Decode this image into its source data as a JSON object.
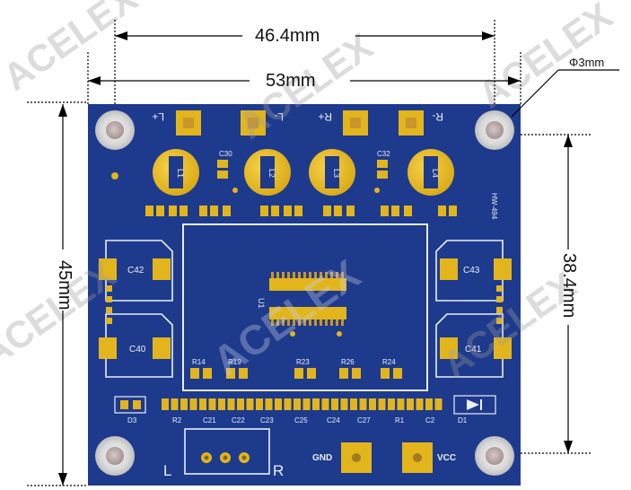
{
  "dimensions": {
    "inner_width": "46.4mm",
    "outer_width": "53mm",
    "hole_diameter": "Φ3mm",
    "outer_height": "45mm",
    "inner_height": "38.4mm"
  },
  "watermark": "ACELEX",
  "board": {
    "top_pads": [
      "L+",
      "L-",
      "R+",
      "R-"
    ],
    "inductors": [
      "L1",
      "L2",
      "L3",
      "L4"
    ],
    "caps_top": [
      "C30",
      "C32"
    ],
    "side_caps": [
      "C42",
      "C40",
      "C43",
      "C41"
    ],
    "chip": "U1",
    "mid_resistors": [
      "R14",
      "R19",
      "R23",
      "R26",
      "R24"
    ],
    "bottom_labels": [
      "D3",
      "R2",
      "C21",
      "C22",
      "C23",
      "C25",
      "C24",
      "C27",
      "R1",
      "C2",
      "D1"
    ],
    "model": "HW-494",
    "connector_left": "L",
    "connector_right": "R",
    "power_pads": [
      "GND",
      "VCC"
    ]
  }
}
